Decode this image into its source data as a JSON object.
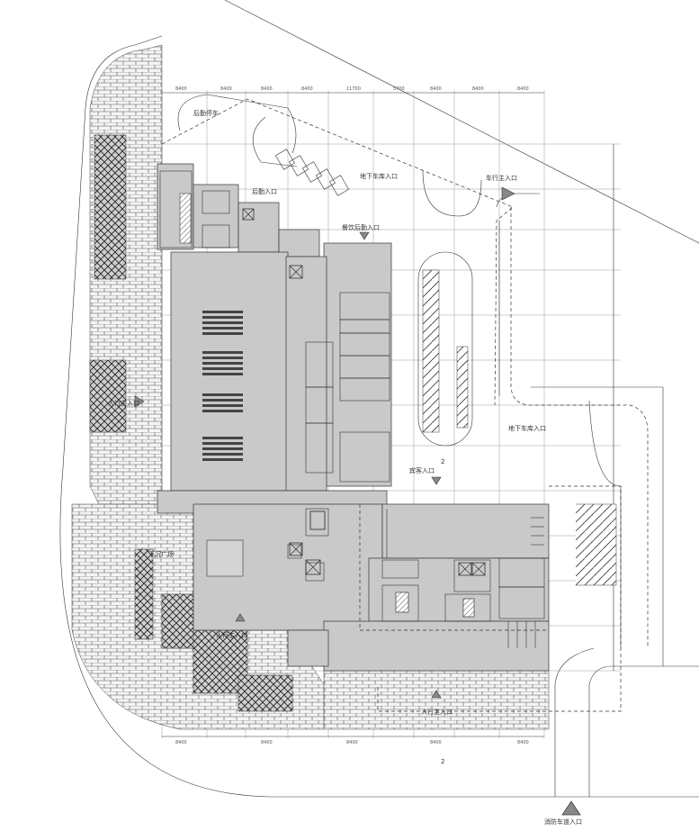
{
  "labels": {
    "north_parking": "后勤停车",
    "logistics_entry": "后勤入口",
    "basement_entry_top": "地下车库入口",
    "vehicle_main_entry": "车行主入口",
    "dining_entry": "餐饮后勤入口",
    "pedestrian_entry_left": "人行主入口",
    "basement_entry_right": "地下车库入口",
    "guest_entry": "宾客入口",
    "pedestrian_entry_mid": "人行主入口",
    "pedestrian_entry_bottom": "人行主入口",
    "fire_entry": "消防车道入口",
    "plaza_label": "下沉广场",
    "north_mark": "2"
  },
  "colors": {
    "wall": "#333333",
    "floor_fill": "#c9c9c9",
    "line": "#444444",
    "background": "#ffffff"
  }
}
